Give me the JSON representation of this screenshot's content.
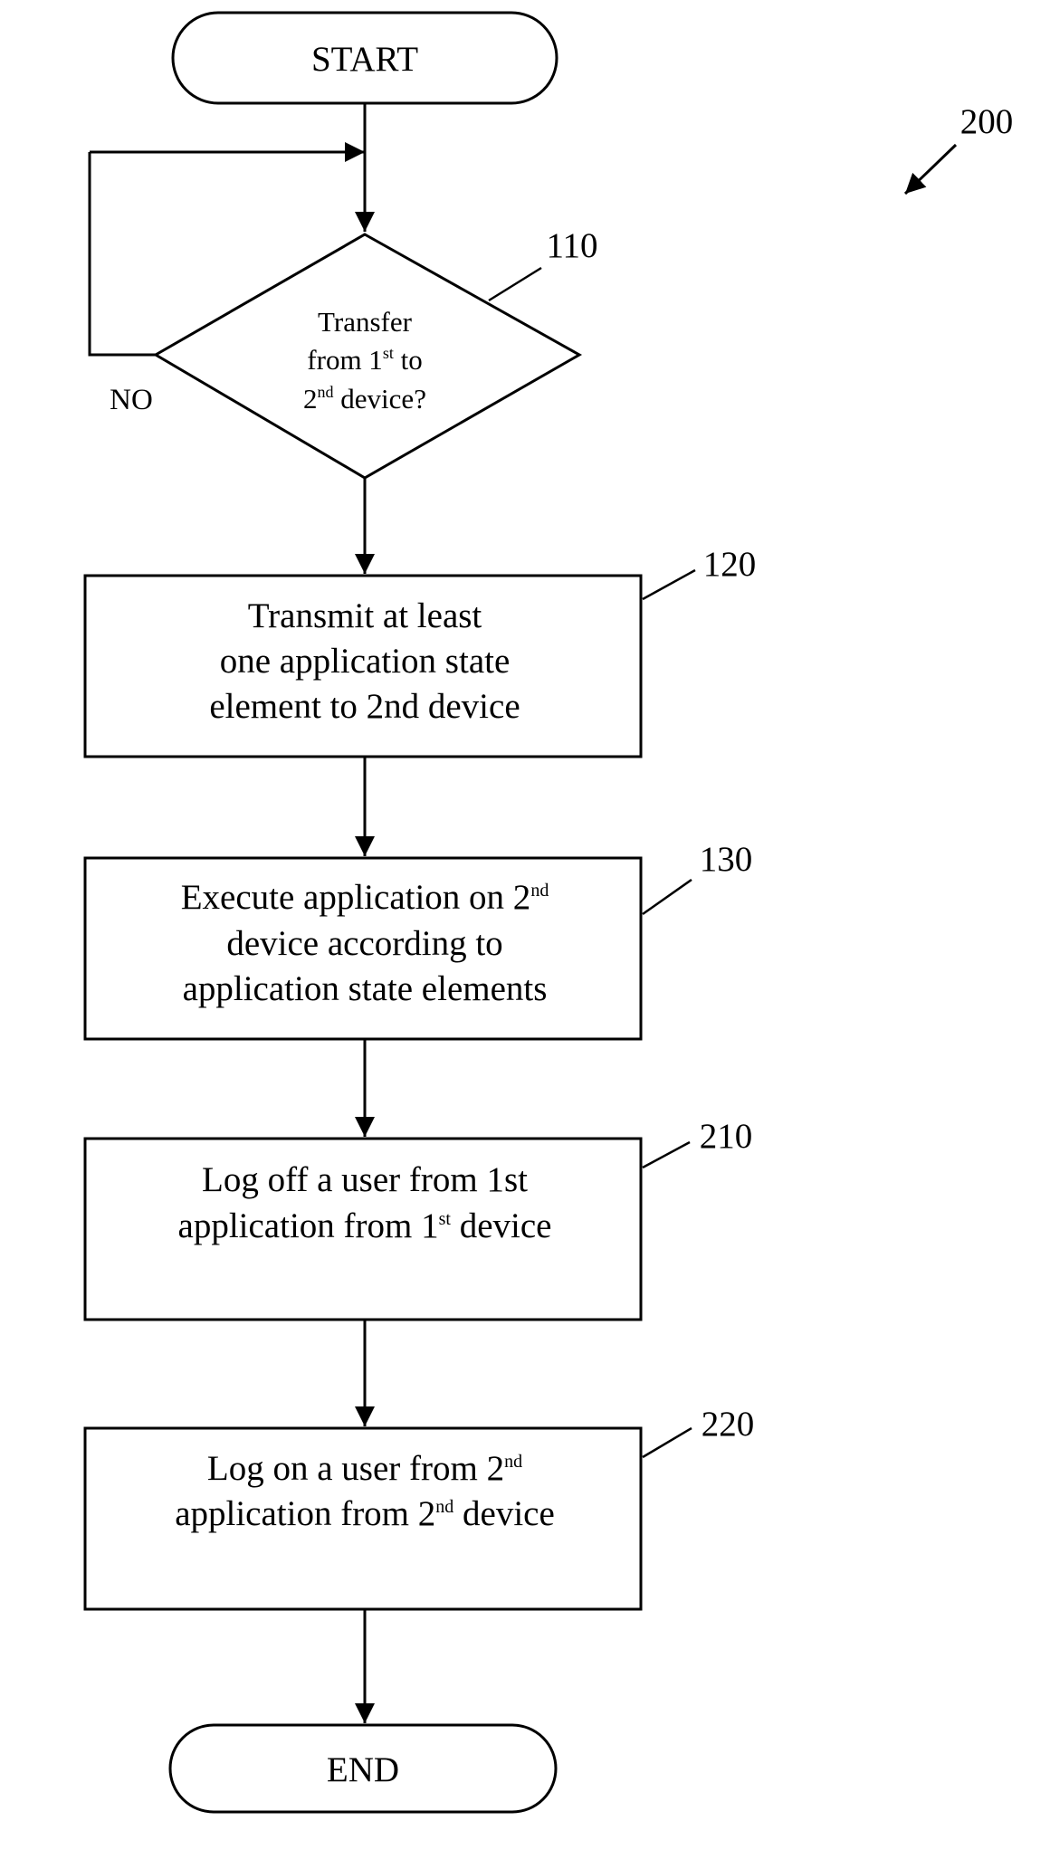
{
  "figure": {
    "ref": "200",
    "start": "START",
    "end": "END",
    "decision": {
      "ref": "110",
      "line1": "Transfer",
      "line2_pre": "from 1",
      "line2_sup": "st",
      "line2_post": " to",
      "line3_pre": "2",
      "line3_sup": "nd",
      "line3_post": " device?",
      "no_label": "NO"
    },
    "steps": [
      {
        "ref": "120",
        "line1": "Transmit at least",
        "line2": "one application state",
        "line3": "element to 2nd device"
      },
      {
        "ref": "130",
        "line1_pre": "Execute application on 2",
        "line1_sup": "nd",
        "line2": "device according to",
        "line3": "application state elements"
      },
      {
        "ref": "210",
        "line1": "Log off a user from 1st",
        "line2_pre": "application from 1",
        "line2_sup": "st",
        "line2_post": " device"
      },
      {
        "ref": "220",
        "line1_pre": "Log on a user from 2",
        "line1_sup": "nd",
        "line2_pre": "application from 2",
        "line2_sup": "nd",
        "line2_post": " device"
      }
    ]
  }
}
